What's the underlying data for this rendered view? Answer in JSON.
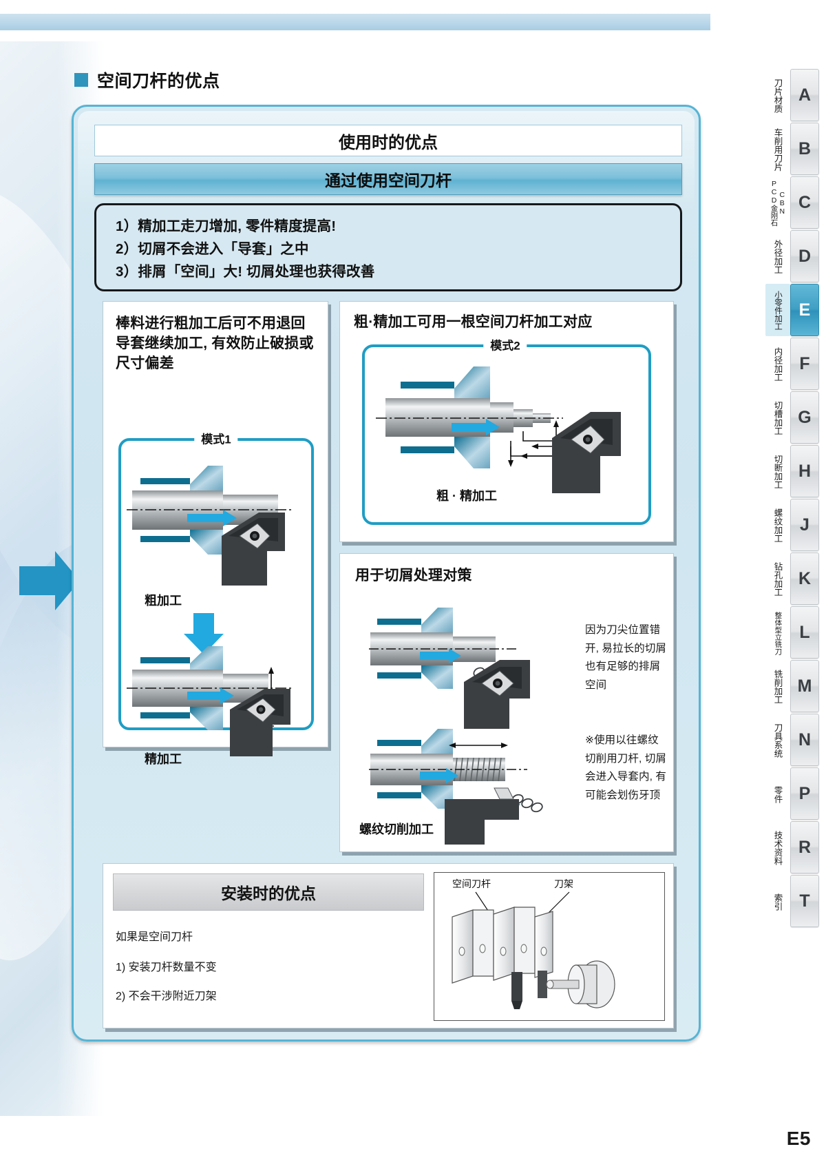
{
  "page": {
    "number": "E5",
    "section_title": "空间刀杆的优点"
  },
  "panel": {
    "title_white": "使用时的优点",
    "title_blue": "通过使用空间刀杆",
    "bullets": [
      "1）精加工走刀增加, 零件精度提高!",
      "2）切屑不会进入「导套」之中",
      "3）排屑「空间」大! 切屑处理也获得改善"
    ]
  },
  "card_left": {
    "heading": "棒料进行粗加工后可不用退回导套继续加工, 有效防止破损或尺寸偏差",
    "frame_label": "模式1",
    "label_rough": "粗加工",
    "label_finish": "精加工"
  },
  "card_mode2": {
    "heading": "粗·精加工可用一根空间刀杆加工对应",
    "frame_label": "模式2",
    "label_process": "粗 · 精加工"
  },
  "card_chip": {
    "heading": "用于切屑处理对策",
    "note_1": "因为刀尖位置错开, 易拉长的切屑也有足够的排屑空间",
    "note_2": "※使用以往螺纹切削用刀杆, 切屑会进入导套内, 有可能会划伤牙顶",
    "label_thread": "螺纹切削加工"
  },
  "card_bottom": {
    "heading": "安装时的优点",
    "lead": "如果是空间刀杆",
    "items": [
      "1) 安装刀杆数量不变",
      "2) 不会干涉附近刀架"
    ],
    "diagram_label_left": "空间刀杆",
    "diagram_label_right": "刀架"
  },
  "tabs": [
    {
      "letter": "A",
      "label": "刀片材质",
      "active": false
    },
    {
      "letter": "B",
      "label": "车削用刀片",
      "active": false
    },
    {
      "letter": "C",
      "label": "CBN\nPCD金刚石",
      "active": false
    },
    {
      "letter": "D",
      "label": "外径加工",
      "active": false
    },
    {
      "letter": "E",
      "label": "小零件加工",
      "active": true
    },
    {
      "letter": "F",
      "label": "内径加工",
      "active": false
    },
    {
      "letter": "G",
      "label": "切槽加工",
      "active": false
    },
    {
      "letter": "H",
      "label": "切断加工",
      "active": false
    },
    {
      "letter": "J",
      "label": "螺纹加工",
      "active": false
    },
    {
      "letter": "K",
      "label": "钻孔加工",
      "active": false
    },
    {
      "letter": "L",
      "label": "整体型立铣刀",
      "active": false
    },
    {
      "letter": "M",
      "label": "铣削加工",
      "active": false
    },
    {
      "letter": "N",
      "label": "刀具系统",
      "active": false
    },
    {
      "letter": "P",
      "label": "零件",
      "active": false
    },
    {
      "letter": "R",
      "label": "技术资料",
      "active": false
    },
    {
      "letter": "T",
      "label": "索引",
      "active": false
    }
  ],
  "colors": {
    "accent_blue": "#2f95bd",
    "frame_blue": "#56b4d4",
    "diagram_blue": "#1f9dc4",
    "arrow_cyan": "#22a9e0",
    "tab_active": "#3f9fc4"
  }
}
